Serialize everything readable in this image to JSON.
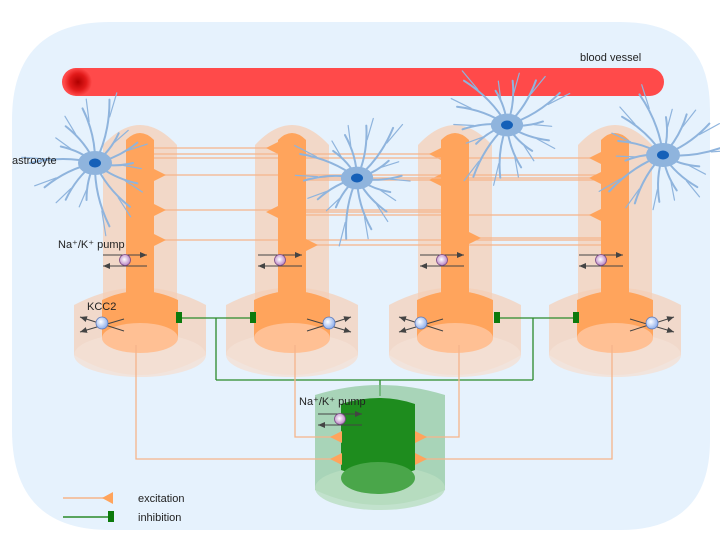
{
  "labels": {
    "blood_vessel": "blood vessel",
    "astrocyte": "astrocyte",
    "pump_left": "Na⁺/K⁺ pump",
    "kcc2": "KCC2",
    "pump_center": "Na⁺/K⁺ pump"
  },
  "legend": {
    "excitation": "excitation",
    "inhibition": "inhibition"
  },
  "colors": {
    "background": "#e6f2fd",
    "vessel": "#ff4a4a",
    "vessel_end": "#cc0000",
    "pyramidal_core": "#ffa45c",
    "pyramidal_halo": "#f5cfb5",
    "interneuron_core": "#1e8c1e",
    "interneuron_halo": "#7fc08a",
    "excitation_line": "#f6b48a",
    "inhibition_line": "#2a8a2a",
    "astrocyte": "#8fb4dd",
    "astrocyte_nucleus": "#1560b8",
    "kcc2_ball": "#a9c4f5",
    "pump_ball": "#c99bd0"
  },
  "diagram": {
    "pyramidal_neurons": [
      "pyramidal-1",
      "pyramidal-2",
      "pyramidal-3",
      "pyramidal-4"
    ],
    "interneuron": "interneuron",
    "astrocytes": [
      "astrocyte-1",
      "astrocyte-2",
      "astrocyte-3",
      "astrocyte-4"
    ]
  }
}
